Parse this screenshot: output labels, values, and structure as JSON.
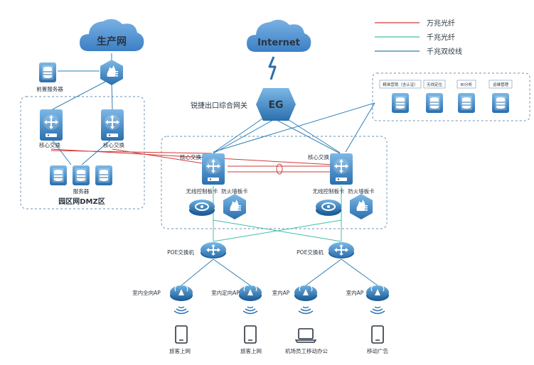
{
  "legend": {
    "items": [
      {
        "label": "万兆光纤",
        "color": "#d23a3a"
      },
      {
        "label": "千兆光纤",
        "color": "#3fbfa5"
      },
      {
        "label": "千兆双绞线",
        "color": "#2f7fb5"
      }
    ]
  },
  "clouds": {
    "production": "生产网",
    "internet": "Internet"
  },
  "gateway": {
    "title": "锐捷出口综合网关",
    "badge": "EG"
  },
  "dmz": {
    "title": "园区网DMZ区",
    "front_server": "前置服务器",
    "core1": "核心交换",
    "core2": "核心交换",
    "servers": "服务器"
  },
  "core": {
    "switch_left": "核心交换",
    "switch_right": "核心交换",
    "wireless_left": "无线控制板卡",
    "firewall_left": "防火墙板卡",
    "wireless_right": "无线控制板卡",
    "firewall_right": "防火墙板卡"
  },
  "services": {
    "items": [
      "精准营销（含认证）",
      "无线定位",
      "BI分析",
      "运维管理"
    ]
  },
  "poe": {
    "left": "POE交换机",
    "right": "POE交换机"
  },
  "aps": {
    "ap1": "室内全向AP",
    "ap2": "室内定向AP",
    "ap3": "室内AP",
    "ap4": "室内AP"
  },
  "terminals": {
    "t1": "旅客上网",
    "t2": "旅客上网",
    "t3": "机场员工移动办公",
    "t4": "移动广告"
  },
  "colors": {
    "node_blue": "#2a6fae",
    "node_light": "#5ea6dc",
    "cloud": "#4a90d9",
    "dashed_border": "#6e8fb3"
  }
}
